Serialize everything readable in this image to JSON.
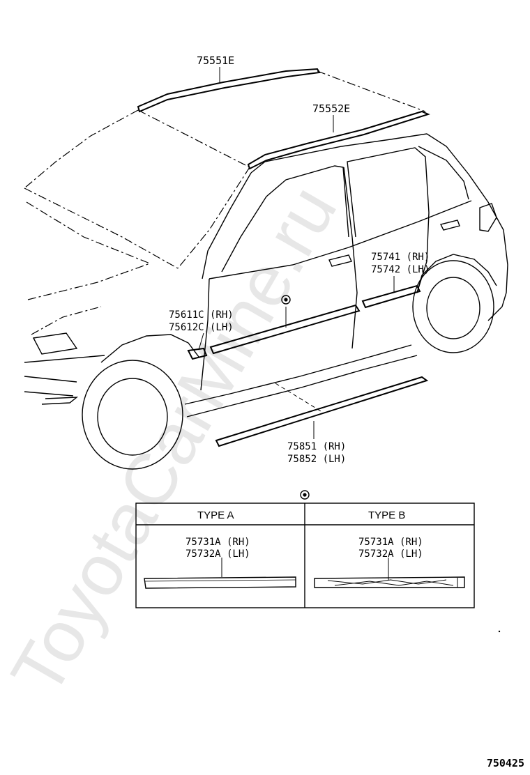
{
  "watermark": "ToyotaCarMine.ru",
  "diagram_code": "750425",
  "parts": {
    "roof_left": "75551E",
    "roof_right": "75552E",
    "rear_door_rh": "75741 (RH)",
    "rear_door_lh": "75742 (LH)",
    "front_door_rh": "75611C (RH)",
    "front_door_lh": "75612C (LH)",
    "rocker_rh": "75851 (RH)",
    "rocker_lh": "75852 (LH)"
  },
  "table": {
    "type_a": {
      "header": "TYPE A",
      "part_rh": "75731A (RH)",
      "part_lh": "75732A (LH)"
    },
    "type_b": {
      "header": "TYPE B",
      "part_rh": "75731A (RH)",
      "part_lh": "75732A (LH)"
    }
  }
}
